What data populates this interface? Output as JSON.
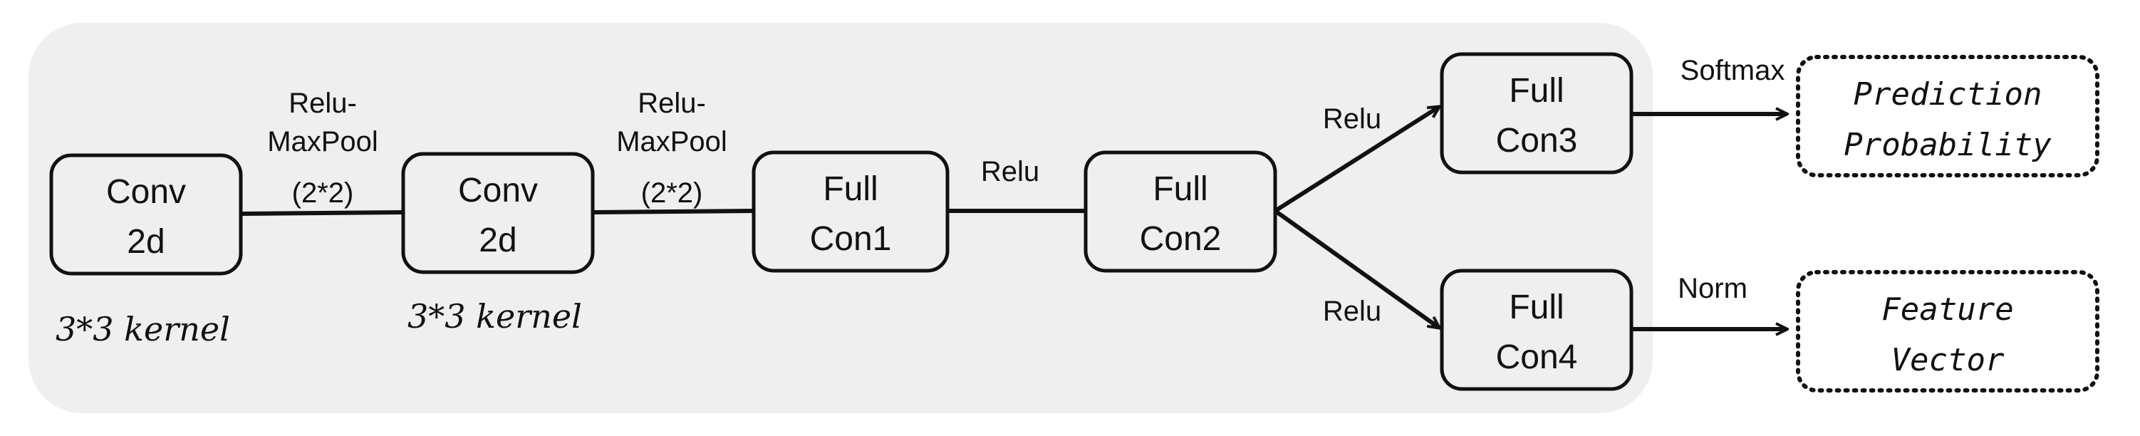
{
  "layers": {
    "conv1": [
      "Conv",
      "2d"
    ],
    "conv2": [
      "Conv",
      "2d"
    ],
    "fc1": [
      "Full",
      "Con1"
    ],
    "fc2": [
      "Full",
      "Con2"
    ],
    "fc3": [
      "Full",
      "Con3"
    ],
    "fc4": [
      "Full",
      "Con4"
    ]
  },
  "outputs": {
    "prediction": [
      "Prediction",
      "Probability"
    ],
    "feature": [
      "Feature",
      "Vector"
    ]
  },
  "edges": {
    "conv1_conv2": [
      "Relu-",
      "MaxPool",
      "(2*2)"
    ],
    "conv2_fc1": [
      "Relu-",
      "MaxPool",
      "(2*2)"
    ],
    "fc1_fc2": "Relu",
    "fc2_fc3": "Relu",
    "fc2_fc4": "Relu",
    "fc3_out": "Softmax",
    "fc4_out": "Norm"
  },
  "notes": {
    "conv1_kernel": "3*3 kernel",
    "conv2_kernel": "3*3 kernel"
  },
  "colors": {
    "panel": "#efefef",
    "box_fill": "#efefef",
    "stroke": "#111111"
  }
}
